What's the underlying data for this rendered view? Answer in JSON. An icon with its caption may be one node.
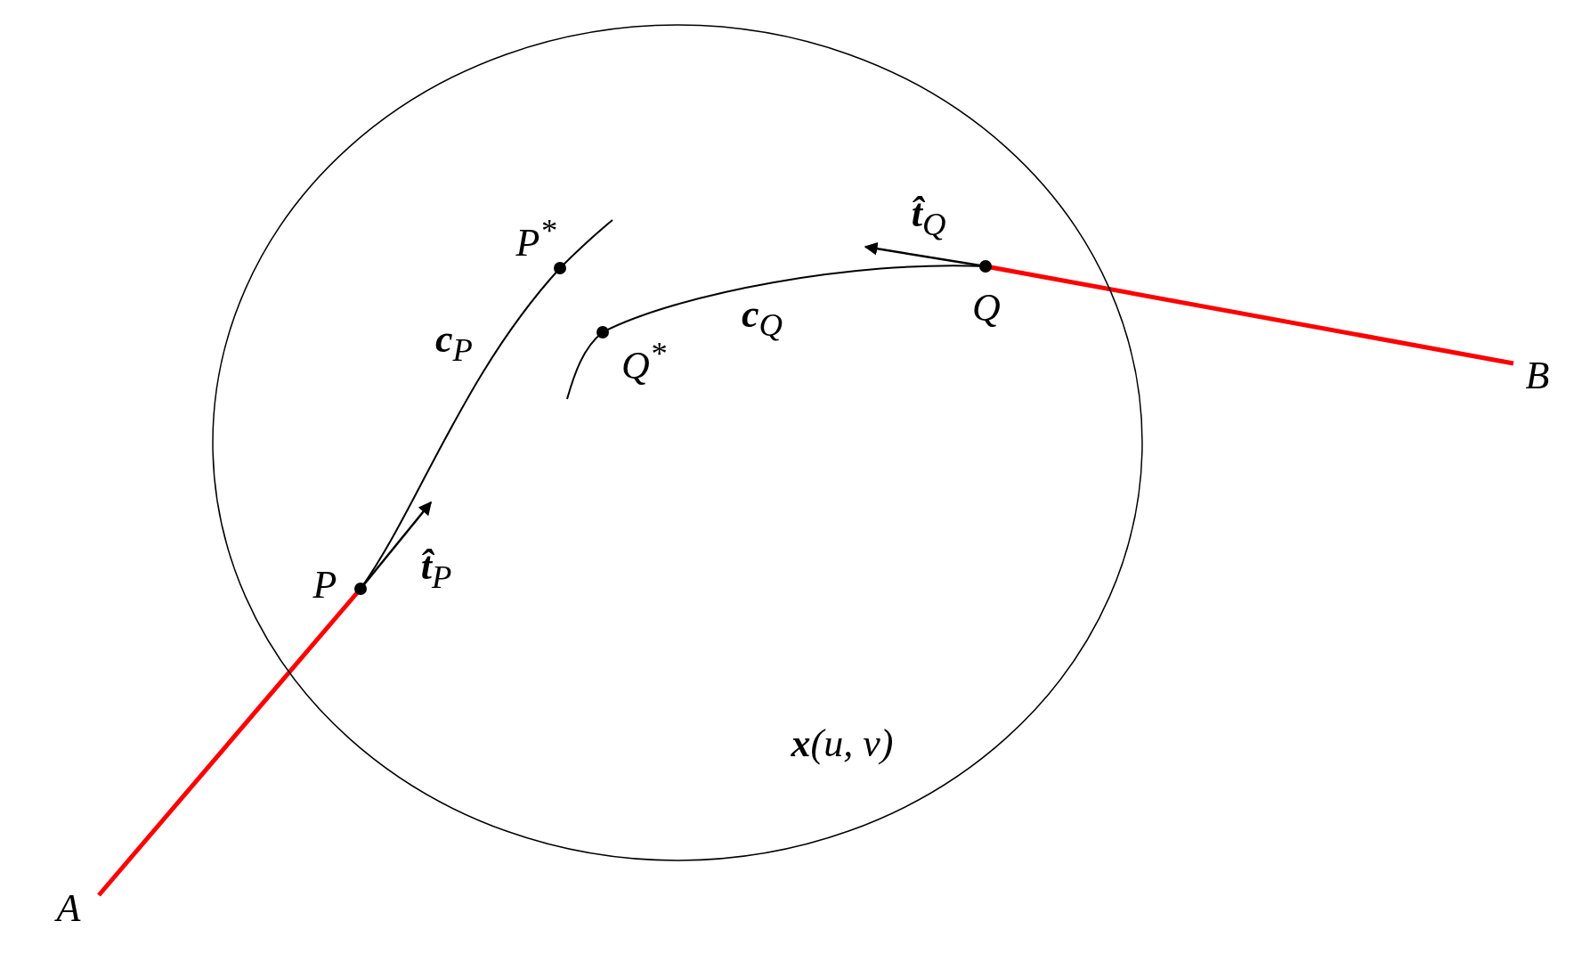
{
  "diagram": {
    "nodes": [
      {
        "text": [
          "**x**(u, v)"
        ]
      },
      {
        "text": [
          "P"
        ],
        "in": 0
      },
      {
        "text": [
          "P$^{*}$"
        ],
        "in": 0
      },
      {
        "text": [
          "Q$^{*}$"
        ],
        "in": 0
      },
      {
        "text": [
          "Q"
        ],
        "in": 0
      },
      {
        "text": [
          "A"
        ]
      },
      {
        "text": [
          "B"
        ]
      }
    ],
    "edges": [
      {
        "from": 5,
        "to": 1,
        "arrow": "none",
        "style": "thick",
        "color": "#ff0000"
      },
      {
        "from": 4,
        "to": 6,
        "arrow": "none",
        "style": "thick",
        "color": "#ff0000"
      },
      {
        "from": 1,
        "to": 2,
        "arrow": "none",
        "color": "#000000",
        "label": "**c**$_{P}$"
      },
      {
        "from": 4,
        "to": 3,
        "arrow": "none",
        "color": "#000000",
        "label": "**c**$_{Q}$"
      }
    ],
    "labels": [
      "**t̂**$_{Q}$",
      "**t̂**$_{P}$"
    ]
  }
}
